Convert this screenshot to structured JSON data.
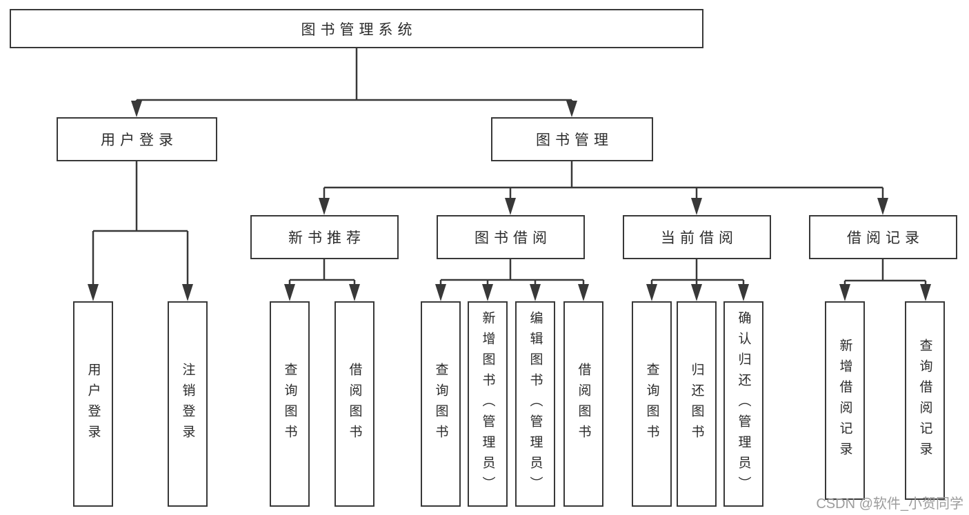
{
  "diagram": {
    "title": "图书管理系统",
    "type": "hierarchy-tree",
    "colors": {
      "line": "#383838",
      "text": "#2b2b2b",
      "watermark": "#9c9c9c",
      "background": "#ffffff"
    },
    "nodes": {
      "root": "图书管理系统",
      "user_login": "用户登录",
      "book_mgmt": "图书管理",
      "new_book_rec": "新书推荐",
      "book_borrow": "图书借阅",
      "current_borrow": "当前借阅",
      "borrow_records": "借阅记录",
      "leaf_user_login": "用户登录",
      "leaf_logout": "注销登录",
      "leaf_query_book_newrec": "查询图书",
      "leaf_borrow_book_newrec": "借阅图书",
      "leaf_query_book_borrow": "查询图书",
      "leaf_add_book_admin": "新增图书（管理员）",
      "leaf_edit_book_admin": "编辑图书（管理员）",
      "leaf_borrow_book_borrow": "借阅图书",
      "leaf_query_book_current": "查询图书",
      "leaf_return_book": "归还图书",
      "leaf_confirm_return_admin": "确认归还（管理员）",
      "leaf_add_borrow_record": "新增借阅记录",
      "leaf_query_borrow_record": "查询借阅记录"
    },
    "tree": {
      "root": "图书管理系统",
      "children": [
        {
          "label": "用户登录",
          "children": [
            "用户登录",
            "注销登录"
          ]
        },
        {
          "label": "图书管理",
          "children": [
            {
              "label": "新书推荐",
              "children": [
                "查询图书",
                "借阅图书"
              ]
            },
            {
              "label": "图书借阅",
              "children": [
                "查询图书",
                "新增图书（管理员）",
                "编辑图书（管理员）",
                "借阅图书"
              ]
            },
            {
              "label": "当前借阅",
              "children": [
                "查询图书",
                "归还图书",
                "确认归还（管理员）"
              ]
            },
            {
              "label": "借阅记录",
              "children": [
                "新增借阅记录",
                "查询借阅记录"
              ]
            }
          ]
        }
      ]
    },
    "watermark": "CSDN @软件_小贺同学"
  }
}
